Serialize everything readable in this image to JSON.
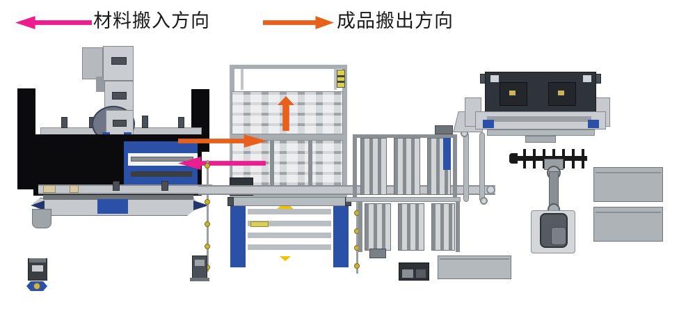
{
  "legend": {
    "material_in": {
      "label": "材料搬入方向",
      "direction": "left"
    },
    "product_out": {
      "label": "成品搬出方向",
      "direction": "right"
    }
  },
  "colors": {
    "material_in": "#ec1e8e",
    "product_out": "#e8611c",
    "lift_flow": "#f2c100",
    "machine_blue": "#2b50a8",
    "machine_black": "#0b0b0d"
  }
}
